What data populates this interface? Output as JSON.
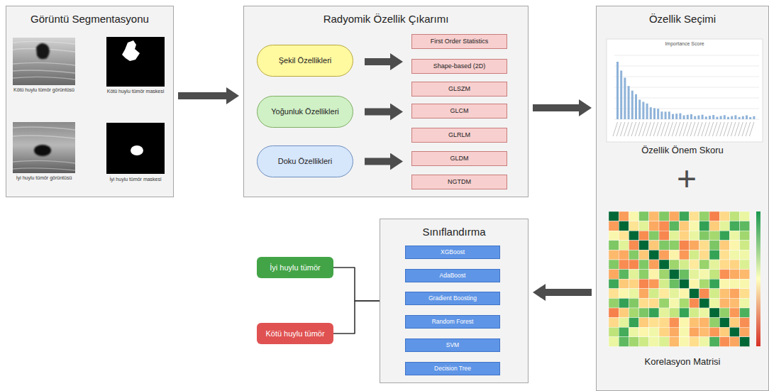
{
  "diagram": {
    "nodes": [
      {
        "text": [
          "Görüntü Segmentasyonu"
        ]
      },
      {
        "text": [
          "Radyomik Özellik Çıkarımı"
        ]
      },
      {
        "text": [
          "Şekil Özellikleri"
        ],
        "in": 1
      },
      {
        "text": [
          "Yoğunluk Özellikleri"
        ],
        "in": 1
      },
      {
        "text": [
          "Doku Özellikleri"
        ],
        "in": 1
      },
      {
        "text": [
          "First Order Statistics"
        ],
        "in": 1
      },
      {
        "text": [
          "Shape-based (2D)"
        ],
        "in": 1
      },
      {
        "text": [
          "GLSZM"
        ],
        "in": 1
      },
      {
        "text": [
          "GLCM"
        ],
        "in": 1
      },
      {
        "text": [
          "GLRLM"
        ],
        "in": 1
      },
      {
        "text": [
          "GLDM"
        ],
        "in": 1
      },
      {
        "text": [
          "NGTDM"
        ],
        "in": 1
      },
      {
        "text": [
          "Özellik Seçimi"
        ]
      },
      {
        "text": [
          "Sınıflandırma"
        ]
      },
      {
        "text": [
          "XGBoost"
        ],
        "in": 13
      },
      {
        "text": [
          "AdaBoost"
        ],
        "in": 13
      },
      {
        "text": [
          "Gradient Boosting"
        ],
        "in": 13
      },
      {
        "text": [
          "Random Forest"
        ],
        "in": 13
      },
      {
        "text": [
          "SVM"
        ],
        "in": 13
      },
      {
        "text": [
          "Decision Tree"
        ],
        "in": 13
      },
      {
        "text": [
          "İyi huylu tümör"
        ]
      },
      {
        "text": [
          "Kötü huylu tümör"
        ]
      }
    ],
    "edges": [
      {
        "from": 0,
        "to": 1,
        "arrow": "to"
      },
      {
        "from": 1,
        "to": 12,
        "arrow": "to"
      },
      {
        "from": 12,
        "to": 13,
        "arrow": "to"
      },
      {
        "from": 2,
        "to": 6,
        "arrow": "to"
      },
      {
        "from": 3,
        "to": 8,
        "arrow": "to"
      },
      {
        "from": 4,
        "to": 10,
        "arrow": "to"
      },
      {
        "from": 13,
        "to": 20,
        "arrow": "none"
      },
      {
        "from": 13,
        "to": 21,
        "arrow": "none"
      }
    ],
    "labels": [
      "Kötü huylu tümör görüntüsü",
      "Kötü huylu tümör maskesi",
      "İyi huylu tümör görüntüsü",
      "İyi huylu tümör maskesi",
      "Importance Score",
      "Özellik Önem Skoru",
      "+",
      "Korelasyon Matrisi"
    ]
  }
}
